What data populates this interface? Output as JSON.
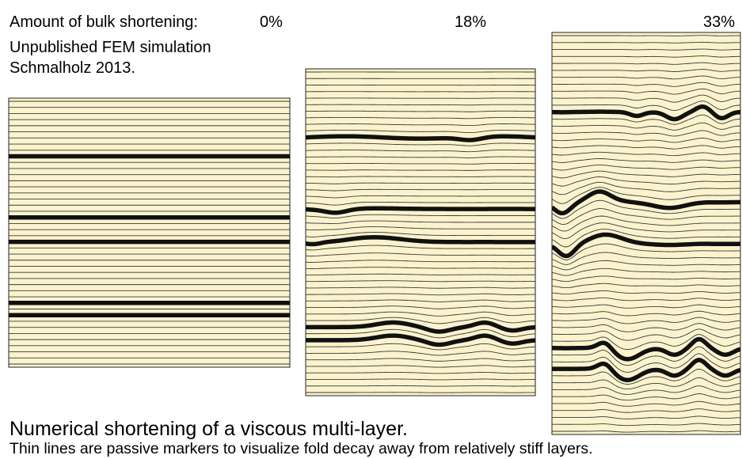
{
  "header": {
    "label": "Amount of bulk shortening:",
    "panels": [
      {
        "shortening": "0%"
      },
      {
        "shortening": "18%"
      },
      {
        "shortening": "33%"
      }
    ]
  },
  "credit": {
    "line1": "Unpublished FEM simulation",
    "line2": "Schmalholz 2013."
  },
  "caption": {
    "title": "Numerical shortening of a viscous multi-layer.",
    "subtitle": "Thin lines are passive markers to visualize fold decay away from relatively stiff layers."
  },
  "colors": {
    "panel_background": "#fbf3cd",
    "thin_line": "#3a3a3a",
    "stiff_layer": "#111111"
  }
}
